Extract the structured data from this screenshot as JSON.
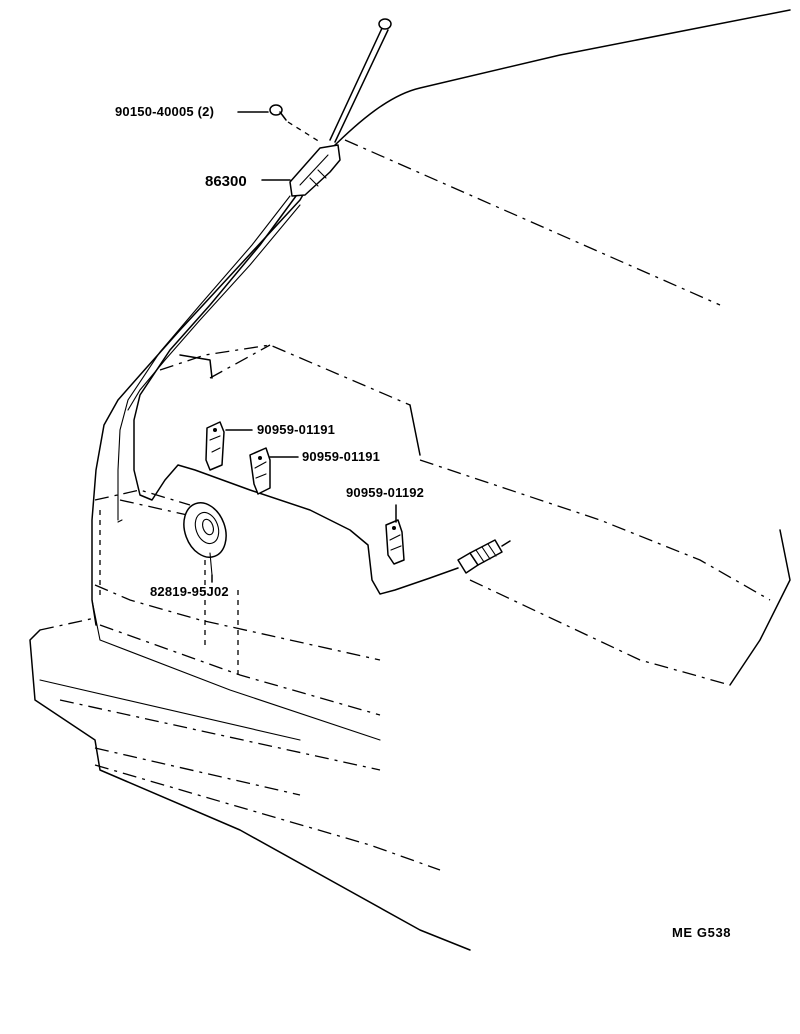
{
  "diagram": {
    "labels": {
      "screw": "90150-40005 (2)",
      "antenna": "86300",
      "clamp_1": "90959-01191",
      "clamp_2": "90959-01191",
      "clamp_3": "90959-01192",
      "grommet": "82819-95J02"
    },
    "reference_code": "ME G538"
  }
}
